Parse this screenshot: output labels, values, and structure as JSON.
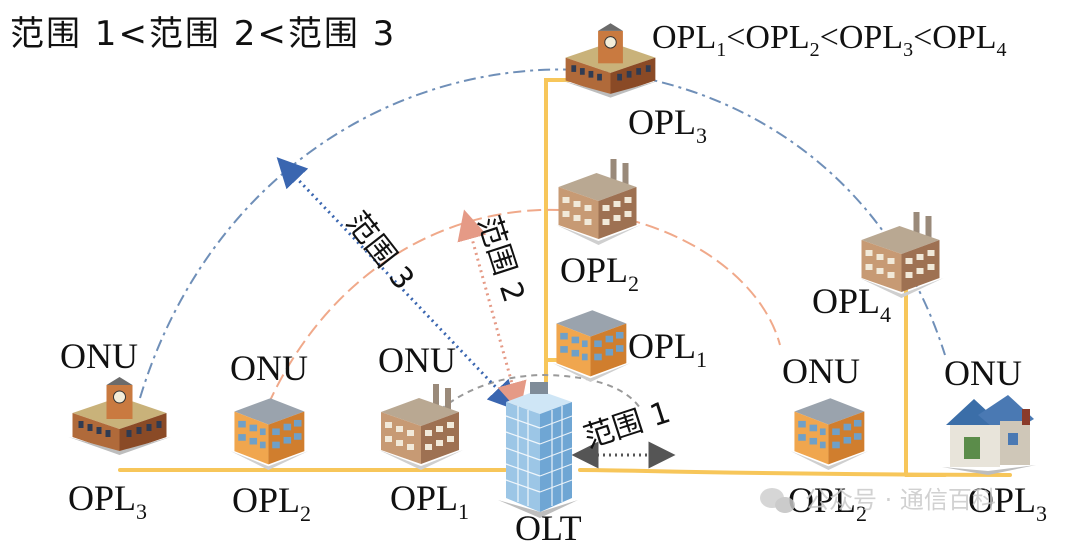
{
  "header": {
    "range_relation": "范围 1<范围 2<范围 3",
    "opl_relation": {
      "parts": [
        {
          "base": "OPL",
          "sub": "1"
        },
        {
          "sep": "<"
        },
        {
          "base": "OPL",
          "sub": "2"
        },
        {
          "sep": "<"
        },
        {
          "base": "OPL",
          "sub": "3"
        },
        {
          "sep": "<"
        },
        {
          "base": "OPL",
          "sub": "4"
        }
      ]
    }
  },
  "ranges": {
    "range1": "范围 1",
    "range2": "范围 2",
    "range3": "范围 3"
  },
  "nodes": {
    "olt": "OLT",
    "onu_label": "ONU",
    "opl_base": "OPL",
    "left": [
      {
        "onu": "ONU",
        "opl": "OPL",
        "sub": "3",
        "icon": "town-hall-icon"
      },
      {
        "onu": "ONU",
        "opl": "OPL",
        "sub": "2",
        "icon": "office-building-icon"
      },
      {
        "onu": "ONU",
        "opl": "OPL",
        "sub": "1",
        "icon": "factory-icon"
      }
    ],
    "right": [
      {
        "onu": "ONU",
        "opl": "OPL",
        "sub": "2",
        "icon": "office-building-icon"
      },
      {
        "onu": "ONU",
        "opl": "OPL",
        "sub": "3",
        "icon": "house-icon"
      }
    ],
    "center": [
      {
        "opl": "OPL",
        "sub": "1",
        "icon": "office-building-icon"
      },
      {
        "opl": "OPL",
        "sub": "2",
        "icon": "factory-icon"
      },
      {
        "opl": "OPL",
        "sub": "3",
        "icon": "town-hall-icon"
      }
    ],
    "right_upper": {
      "opl": "OPL",
      "sub": "4",
      "icon": "factory-icon"
    }
  },
  "watermark": "公众号 · 通信百科",
  "colors": {
    "fiber": "#f7c65a",
    "arc_inner": "#9a9a9a",
    "arc_mid": "#f0a98a",
    "arc_outer": "#6f8fb8",
    "range1_arrow": "#555555",
    "range2_arrow": "#e59a86",
    "range3_arrow": "#3a66b0"
  }
}
